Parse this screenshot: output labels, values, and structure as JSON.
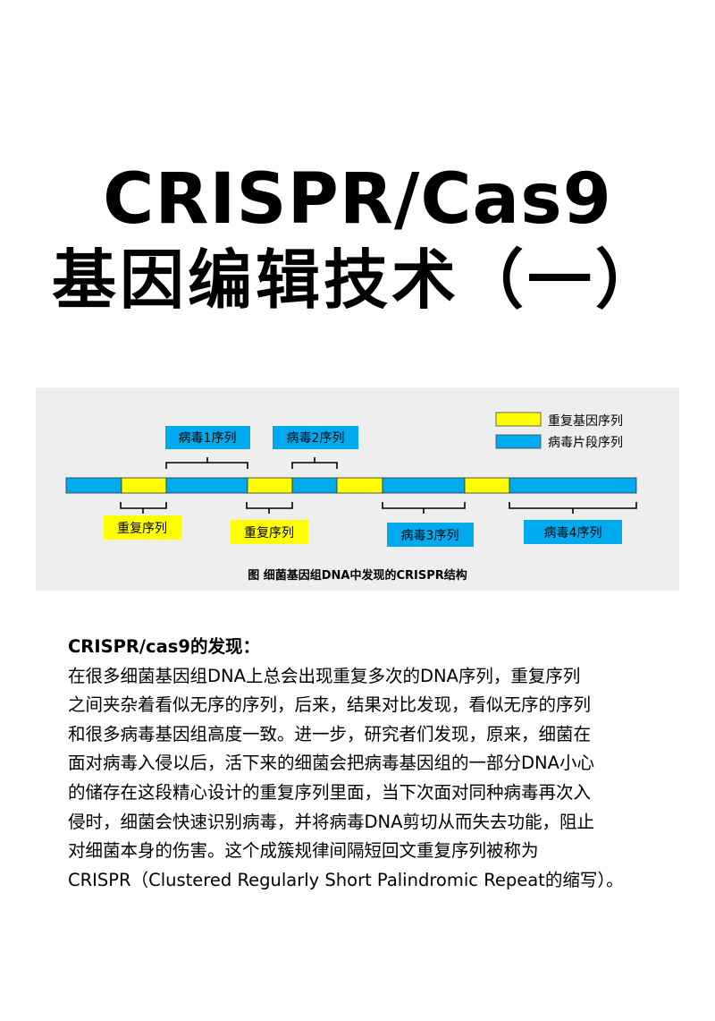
{
  "title": {
    "line1": "CRISPR/Cas9",
    "line2": "基因编辑技术（一）"
  },
  "diagram": {
    "legend": {
      "repeat": "重复基因序列",
      "virus": "病毒片段序列"
    },
    "labels": {
      "virus1": "病毒1序列",
      "virus2": "病毒2序列",
      "virus3": "病毒3序列",
      "virus4": "病毒4序列",
      "repeat_a": "重复序列",
      "repeat_b": "重复序列"
    },
    "caption": "图  细菌基因组DNA中发现的CRISPR结构",
    "colors": {
      "repeat": "#ffff00",
      "virus": "#00aaee",
      "background": "#eeeeee"
    }
  },
  "body": {
    "heading": "CRISPR/cas9的发现：",
    "lines": [
      "在很多细菌基因组DNA上总会出现重复多次的DNA序列，重复序列",
      "之间夹杂着看似无序的序列，后来，结果对比发现，看似无序的序列",
      "和很多病毒基因组高度一致。进一步，研究者们发现，原来，细菌在",
      "面对病毒入侵以后，活下来的细菌会把病毒基因组的一部分DNA小心",
      "的储存在这段精心设计的重复序列里面，当下次面对同种病毒再次入",
      "侵时，细菌会快速识别病毒，并将病毒DNA剪切从而失去功能，阻止",
      "对细菌本身的伤害。这个成簇规律间隔短回文重复序列被称为",
      "CRISPR（Clustered Regularly Short Palindromic Repeat的缩写）。"
    ]
  }
}
